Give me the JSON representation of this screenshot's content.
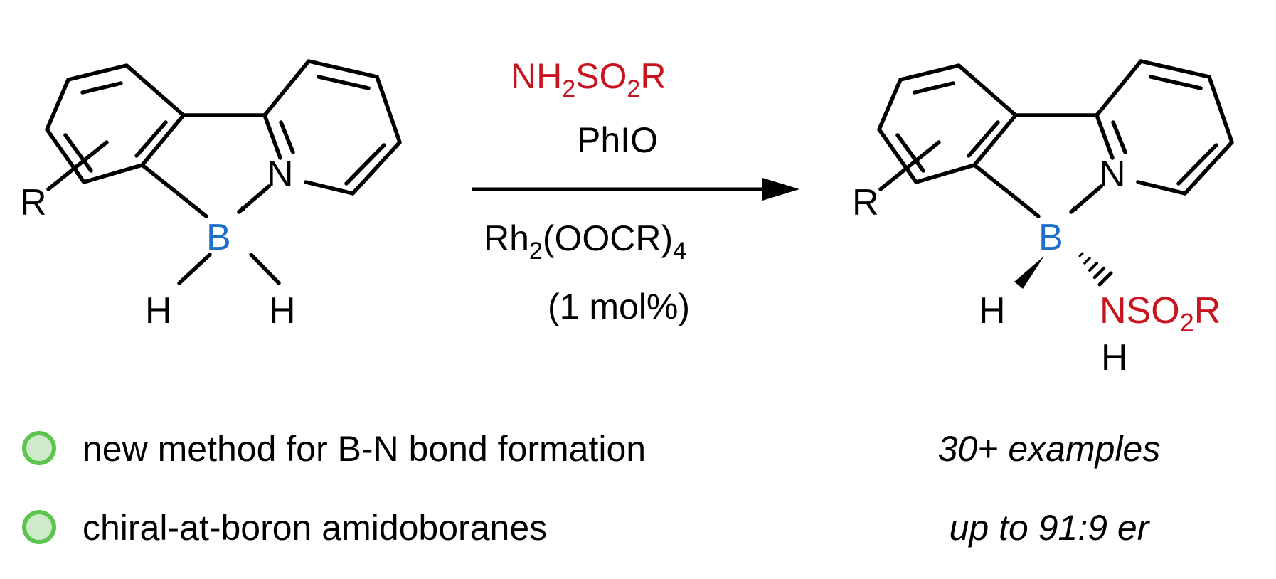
{
  "colors": {
    "black": "#000000",
    "boron": "#1f6fc9",
    "reagent": "#c8141e",
    "bullet_fill": "#cdebc8",
    "bullet_stroke": "#5cc44f"
  },
  "reactant": {
    "substituent": "R",
    "nitrogen": "N",
    "boron": "B",
    "hydrogen_left": "H",
    "hydrogen_right": "H"
  },
  "conditions": {
    "reagent": {
      "main": "NH",
      "sub1": "2",
      "mid": "SO",
      "sub2": "2",
      "tail": "R"
    },
    "oxidant": "PhIO",
    "catalyst": {
      "main": "Rh",
      "sub1": "2",
      "mid": "(OOCR)",
      "sub2": "4"
    },
    "loading": "(1 mol%)"
  },
  "product": {
    "substituent": "R",
    "nitrogen": "N",
    "boron": "B",
    "hydrogen": "H",
    "amide": {
      "main": "NSO",
      "sub": "2",
      "tail": "R"
    },
    "amide_hydrogen": "H"
  },
  "bullets": [
    {
      "text": "new method for B-N bond formation"
    },
    {
      "text": "chiral-at-boron amidoboranes"
    }
  ],
  "highlights": [
    {
      "text": "30+ examples"
    },
    {
      "text": "up to 91:9 er"
    }
  ]
}
